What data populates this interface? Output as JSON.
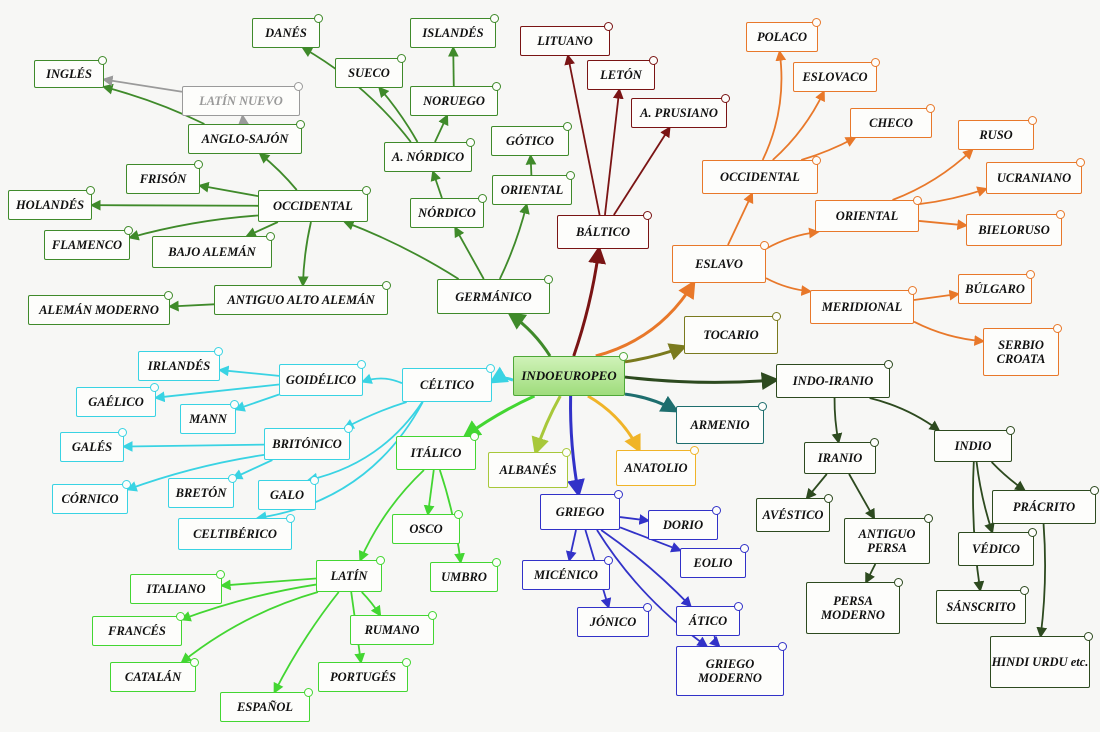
{
  "colors": {
    "germanic": "#3f8a2a",
    "baltic": "#7a1414",
    "slavic": "#e8782a",
    "celtic": "#39d3e3",
    "italic": "#43d632",
    "greek": "#3232c8",
    "indoiranian": "#2d4a1f",
    "tocario": "#7a7a1e",
    "armenio": "#1e6e6e",
    "anatolio": "#f0b428",
    "albanes": "#a8c83a",
    "latin_nuevo": "#9a9a9a",
    "root": "#4fa838"
  },
  "nodes": {
    "indoeuropeo": "INDOEUROPEO",
    "germanico": "GERMÁNICO",
    "occidental_g": "OCCIDENTAL",
    "oriental_g": "ORIENTAL",
    "nordico": "NÓRDICO",
    "a_nordico": "A. NÓRDICO",
    "danes": "DANÉS",
    "sueco": "SUECO",
    "islandes": "ISLANDÉS",
    "noruego": "NORUEGO",
    "gotico": "GÓTICO",
    "ingles": "INGLÉS",
    "latin_nuevo": "LATÍN NUEVO",
    "anglo_sajon": "ANGLO-SAJÓN",
    "frison": "FRISÓN",
    "holandes": "HOLANDÉS",
    "flamenco": "FLAMENCO",
    "bajo_aleman": "BAJO ALEMÁN",
    "antiguo_alto_aleman": "ANTIGUO ALTO ALEMÁN",
    "aleman_moderno": "ALEMÁN MODERNO",
    "baltico": "BÁLTICO",
    "lituano": "LITUANO",
    "leton": "LETÓN",
    "a_prusiano": "A. PRUSIANO",
    "eslavo": "ESLAVO",
    "occidental_s": "OCCIDENTAL",
    "oriental_s": "ORIENTAL",
    "meridional": "MERIDIONAL",
    "polaco": "POLACO",
    "eslovaco": "ESLOVACO",
    "checo": "CHECO",
    "ruso": "RUSO",
    "ucraniano": "UCRANIANO",
    "bieloruso": "BIELORUSO",
    "bulgaro": "BÚLGARO",
    "serbio_croata": "SERBIO CROATA",
    "tocario": "TOCARIO",
    "indo_iranio": "INDO-IRANIO",
    "armenio": "ARMENIO",
    "iranio": "IRANIO",
    "indio": "INDIO",
    "avestico": "AVÉSTICO",
    "antiguo_persa": "ANTIGUO PERSA",
    "persa_moderno": "PERSA MODERNO",
    "pracrito": "PRÁCRITO",
    "vedico": "VÉDICO",
    "sanscrito": "SÁNSCRITO",
    "hindi_urdu": "HINDI URDU etc.",
    "celtico": "CÉLTICO",
    "goidelico": "GOIDÉLICO",
    "irlandes": "IRLANDÉS",
    "gaelico": "GAÉLICO",
    "mann": "MANN",
    "britonico": "BRITÓNICO",
    "gales": "GALÉS",
    "cornico": "CÓRNICO",
    "breton": "BRETÓN",
    "galo": "GALO",
    "celtiberico": "CELTIBÉRICO",
    "italico": "ITÁLICO",
    "osco": "OSCO",
    "umbro": "UMBRO",
    "latin": "LATÍN",
    "italiano": "ITALIANO",
    "frances": "FRANCÉS",
    "catalan": "CATALÁN",
    "espanol": "ESPAÑOL",
    "portugues": "PORTUGÉS",
    "rumano": "RUMANO",
    "albanes": "ALBANÉS",
    "anatolio": "ANATOLIO",
    "griego": "GRIEGO",
    "dorio": "DORIO",
    "eolio": "EOLIO",
    "micenico": "MICÉNICO",
    "jonico": "JÓNICO",
    "atico": "ÁTICO",
    "griego_moderno": "GRIEGO MODERNO"
  }
}
